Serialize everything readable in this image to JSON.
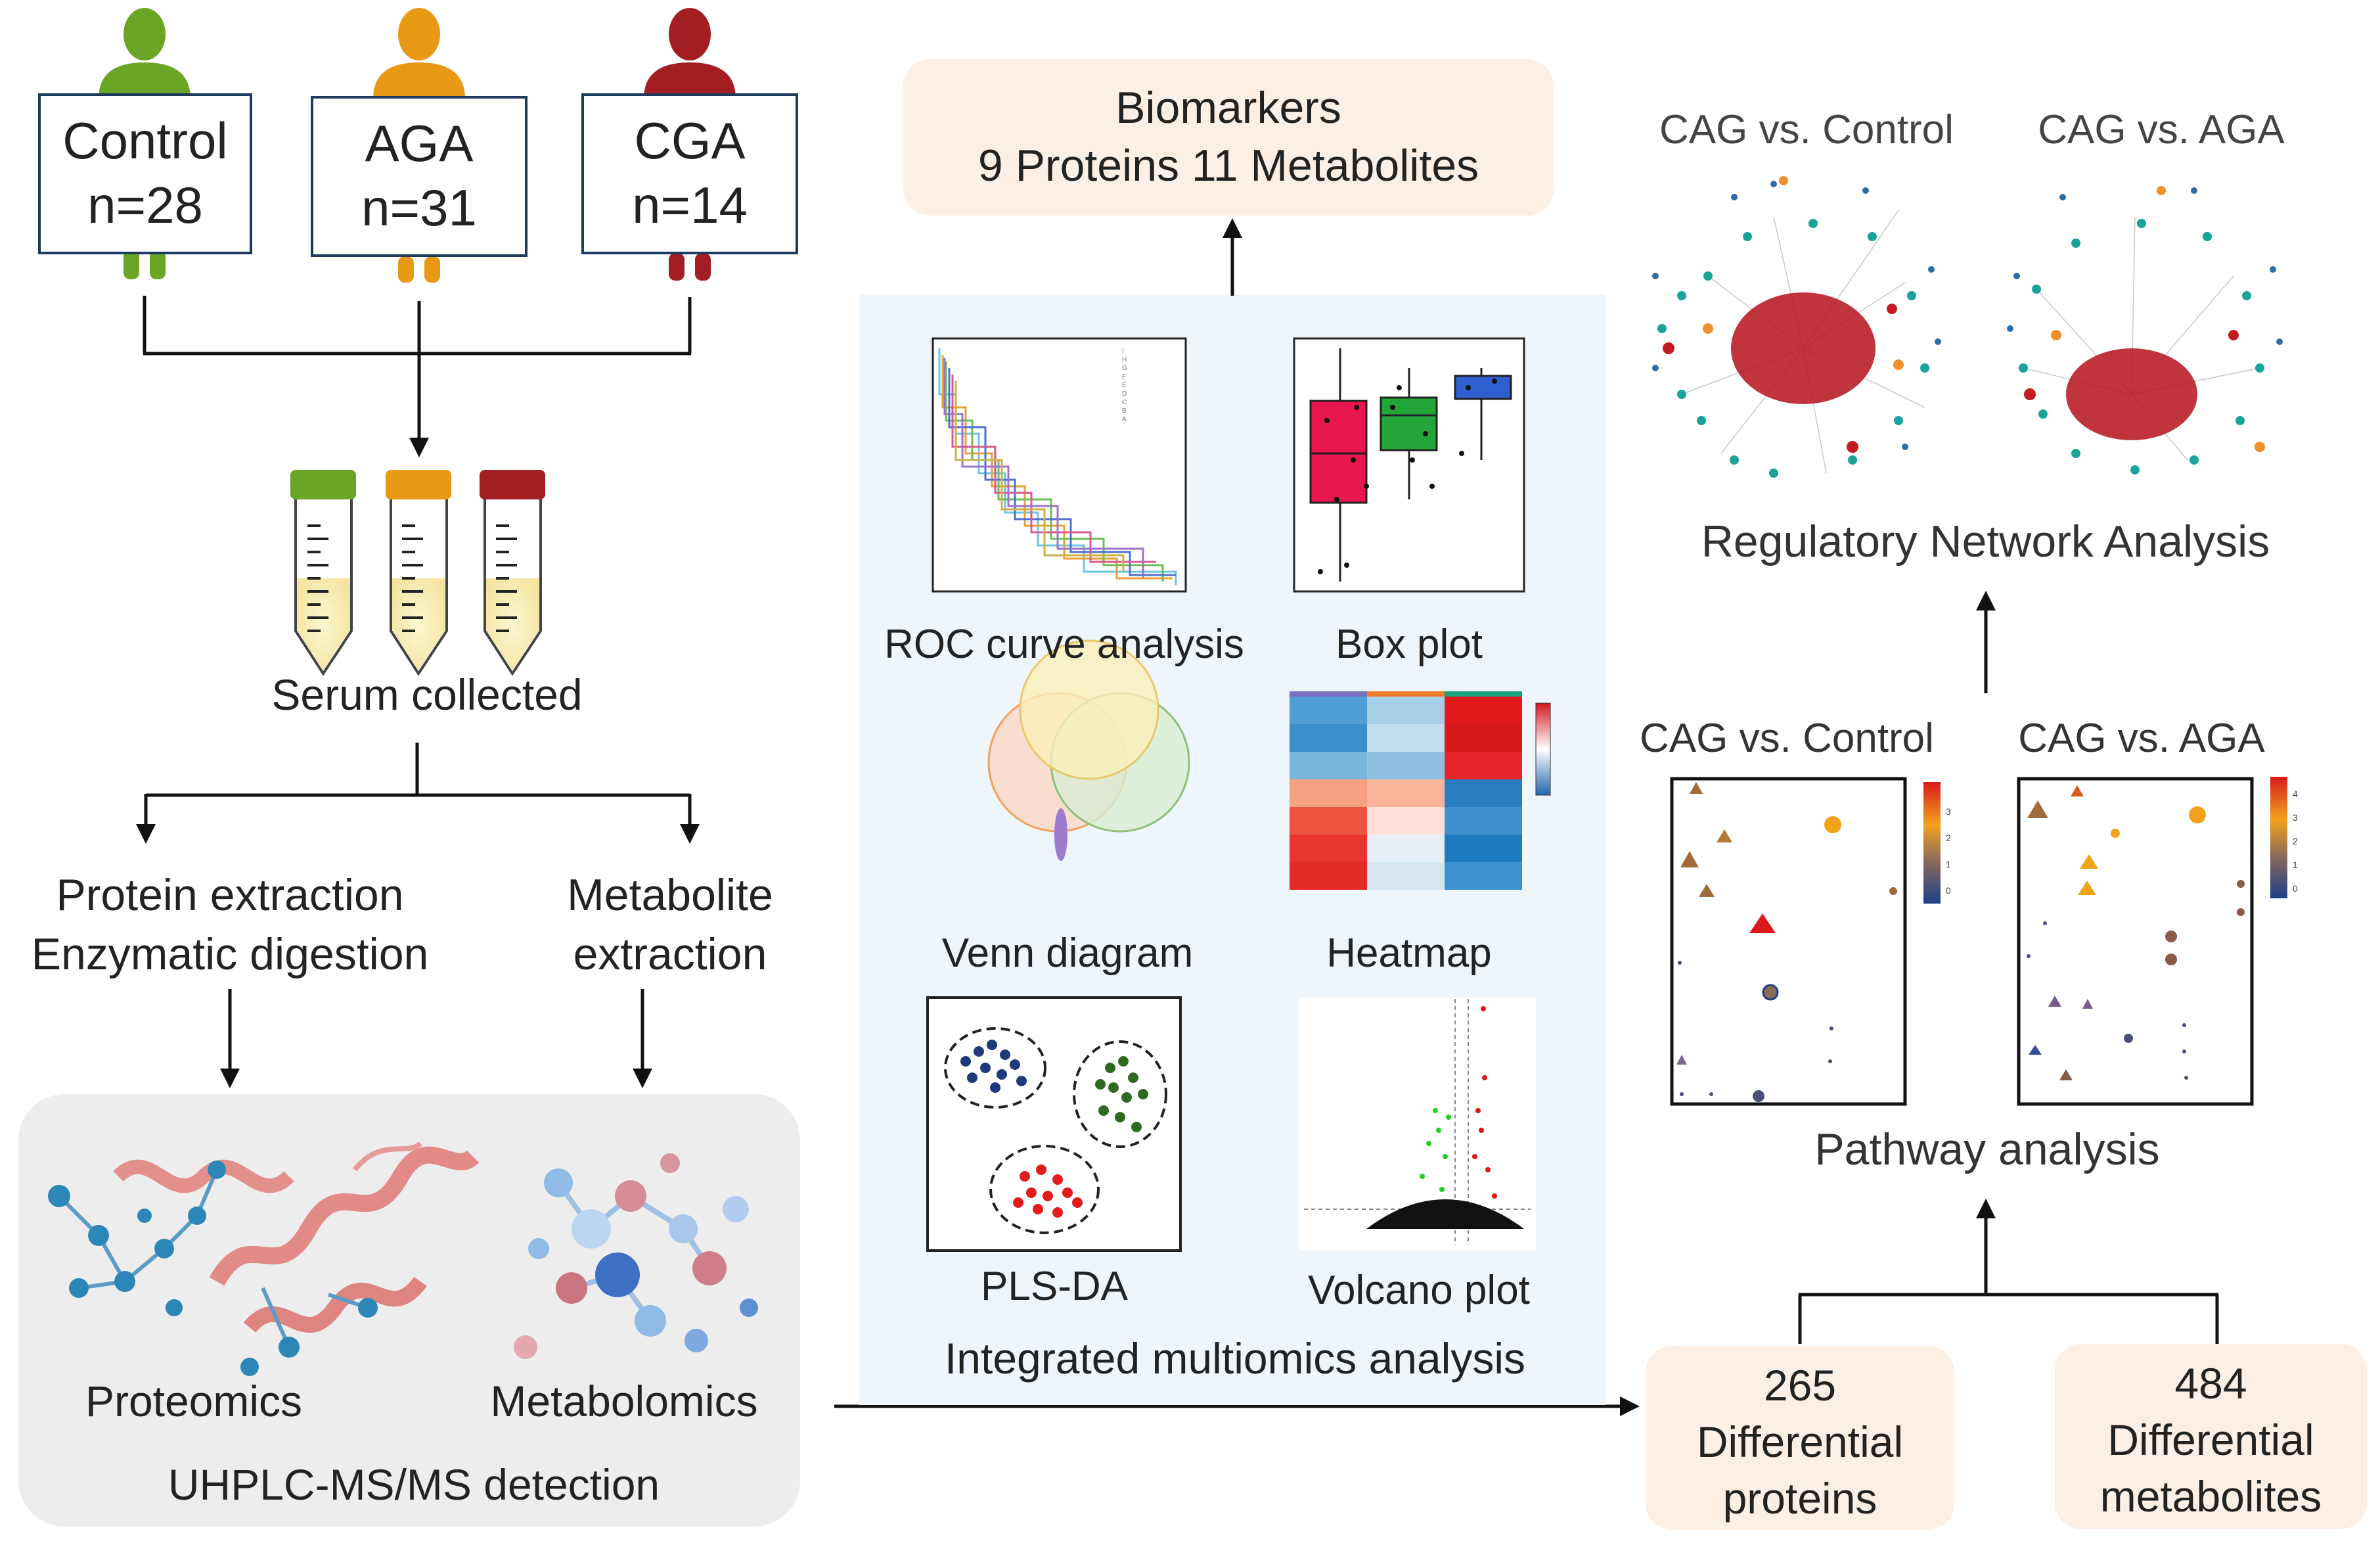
{
  "groups": [
    {
      "name": "Control",
      "n": "n=28",
      "color": "#6aa526"
    },
    {
      "name": "AGA",
      "n": "n=31",
      "color": "#e89a17"
    },
    {
      "name": "CGA",
      "n": "n=14",
      "color": "#a31e22"
    }
  ],
  "labels": {
    "serum": "Serum collected",
    "protein_l1": "Protein extraction",
    "protein_l2": "Enzymatic digestion",
    "metab_l1": "Metabolite",
    "metab_l2": "extraction",
    "proteomics": "Proteomics",
    "metabolomics": "Metabolomics",
    "uhplc": "UHPLC-MS/MS detection"
  },
  "biomarkers": {
    "title": "Biomarkers",
    "line2": "9 Proteins  11 Metabolites"
  },
  "panels": {
    "roc": "ROC curve analysis",
    "box": "Box plot",
    "venn": "Venn diagram",
    "heatmap": "Heatmap",
    "plsda": "PLS-DA",
    "volcano": "Volcano plot",
    "integrated": "Integrated multiomics analysis"
  },
  "network": {
    "left": "CAG vs. Control",
    "right": "CAG vs. AGA",
    "title": "Regulatory Network Analysis"
  },
  "pathway": {
    "left": "CAG vs. Control",
    "right": "CAG vs. AGA",
    "title": "Pathway analysis",
    "scale_left": [
      "3",
      "2",
      "1",
      "0"
    ],
    "scale_right": [
      "4",
      "3",
      "2",
      "1",
      "0"
    ]
  },
  "diff": {
    "proteins": {
      "count": "265",
      "l1": "Differential",
      "l2": "proteins"
    },
    "metabolites": {
      "count": "484",
      "l1": "Differential",
      "l2": "metabolites"
    }
  },
  "roc_legend": [
    "I",
    "H",
    "G",
    "F",
    "E",
    "D",
    "C",
    "B",
    "A"
  ],
  "colors": {
    "control": "#6aa526",
    "aga": "#e89a17",
    "cga": "#a31e22",
    "peach": "#fcefe6",
    "panel_bg": "#eef5fb",
    "gray_bg": "#ededed",
    "network_red": "#b5121b",
    "network_teal": "#1aa39a",
    "network_blue": "#2e6da4"
  }
}
